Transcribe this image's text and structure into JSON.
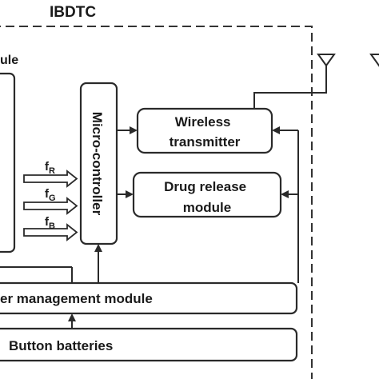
{
  "diagram": {
    "container_title": "IBDTC",
    "sensing_module_label_fragment": "ule",
    "microcontroller_label": "Micro-controller",
    "wireless_transmitter_label": [
      "Wireless",
      "transmitter"
    ],
    "drug_release_label": [
      "Drug release",
      "module"
    ],
    "power_management_label": "er management module",
    "button_batteries_label": "Button batteries",
    "signals": [
      {
        "base": "f",
        "sub": "R"
      },
      {
        "base": "f",
        "sub": "G"
      },
      {
        "base": "f",
        "sub": "B"
      }
    ]
  },
  "colors": {
    "stroke": "#2a2a2a",
    "text": "#1a1a1a",
    "background": "#ffffff"
  }
}
